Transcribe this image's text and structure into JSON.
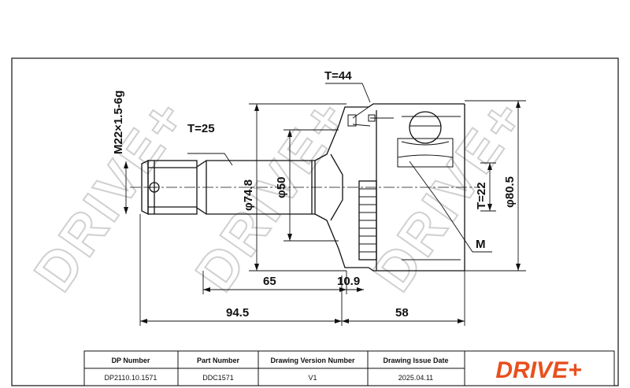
{
  "watermark": "DRIVE+",
  "dimensions": {
    "thread": "M22×1.5-6g",
    "t25": "T=25",
    "t44": "T=44",
    "t22": "T=22",
    "phi748": "φ74.8",
    "phi50": "φ50",
    "phi805": "φ80.5",
    "d65": "65",
    "d109": "10.9",
    "d945": "94.5",
    "d58": "58",
    "m": "M"
  },
  "table": {
    "headers": [
      "DP Number",
      "Part Number",
      "Drawing Version Number",
      "Drawing Issue Date"
    ],
    "values": [
      "DP2110.10.1571",
      "DDC1571",
      "V1",
      "2025.04.11"
    ]
  },
  "logo": {
    "text": "DRIVE+",
    "color": "#e8501e"
  },
  "colors": {
    "line": "#111111",
    "watermark": "#d0d0d0",
    "brand": "#e8501e"
  }
}
